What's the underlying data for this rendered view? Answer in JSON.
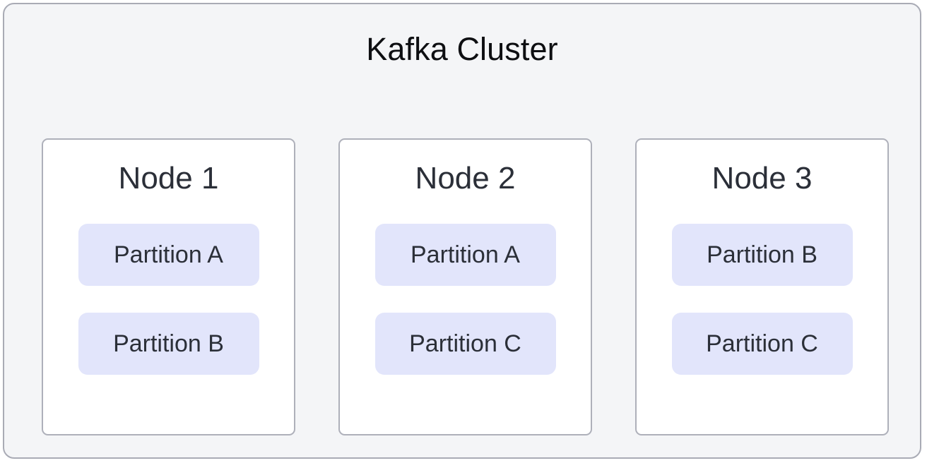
{
  "diagram": {
    "title": "Kafka Cluster",
    "colors": {
      "container_bg": "#f4f5f7",
      "container_border": "#a9abb5",
      "node_bg": "#ffffff",
      "node_border": "#aeb0ba",
      "partition_bg": "#e2e5fb",
      "title_text": "#0e0f12",
      "body_text": "#2b2f38"
    },
    "nodes": [
      {
        "label": "Node 1",
        "partitions": [
          {
            "label": "Partition A"
          },
          {
            "label": "Partition B"
          }
        ]
      },
      {
        "label": "Node 2",
        "partitions": [
          {
            "label": "Partition A"
          },
          {
            "label": "Partition C"
          }
        ]
      },
      {
        "label": "Node 3",
        "partitions": [
          {
            "label": "Partition B"
          },
          {
            "label": "Partition C"
          }
        ]
      }
    ]
  }
}
